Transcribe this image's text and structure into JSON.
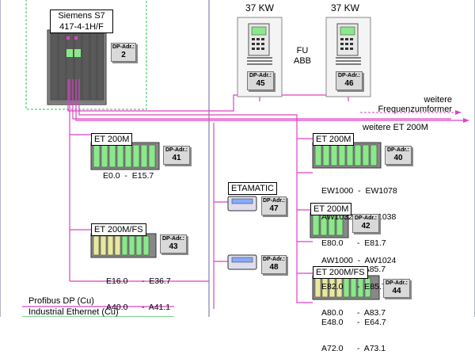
{
  "plc": {
    "name_line1": "Siemens S7",
    "name_line2": "417-4-1H/F",
    "dp_label": "DP-Adr.:",
    "dp_value": "2"
  },
  "drives": {
    "power_left": "37 KW",
    "power_right": "37 KW",
    "fu_line1": "FU",
    "fu_line2": "ABB",
    "dp_label": "DP-Adr.:",
    "dp_left": "45",
    "dp_right": "46"
  },
  "more": {
    "weitere_line1": "weitere",
    "weitere_line2": "Frequenzumformer",
    "weitere_et": "weitere ET 200M"
  },
  "et200m_41": {
    "title": "ET 200M",
    "dp_label": "DP-Adr.:",
    "dp_value": "41",
    "io": "E0.0  -  E15.7"
  },
  "et200mfs_43": {
    "title": "ET 200M/FS",
    "dp_label": "DP-Adr.:",
    "dp_value": "43",
    "io_line1": "E16.0      -  E36.7",
    "io_line2": "A40.0      -  A41.1"
  },
  "etamatic": {
    "title": "ETAMATIC",
    "dp_label": "DP-Adr.:",
    "dp_47": "47",
    "dp_48": "48"
  },
  "et200m_40": {
    "title": "ET 200M",
    "dp_label": "DP-Adr.:",
    "dp_value": "40",
    "io_line1": "EW1000  -  EW1078",
    "io_line2": "AW1032  -  AW1038",
    "io_line3": "E80.0      -  E81.7",
    "io_line4": "A84.0      -  A85.7"
  },
  "et200m_42": {
    "title": "ET 200M",
    "dp_label": "DP-Adr.:",
    "dp_value": "42",
    "io_line1": "AW1000  -  AW1024",
    "io_line2": "E82.0      -  E85.7",
    "io_line3": "A80.0      -  A83.7"
  },
  "et200mfs_44": {
    "title": "ET 200M/FS",
    "dp_label": "DP-Adr.:",
    "dp_value": "44",
    "io_line1": "E48.0      -  E64.7",
    "io_line2": "A72.0      -  A73.1"
  },
  "legend": {
    "profibus": "Profibus DP (Cu)",
    "ethernet": "Industrial Ethernet (Cu)"
  },
  "colors": {
    "profibus": "#e040c8",
    "ethernet": "#22aa44",
    "frame": "#5a5a8a",
    "module_green": "#8be88b"
  }
}
